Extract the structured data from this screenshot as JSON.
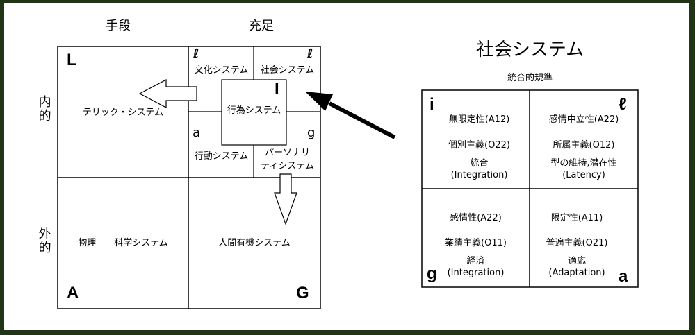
{
  "left": {
    "header_means": "手段",
    "header_consummatory": "充足",
    "side_internal": "内的",
    "side_external": "外的",
    "quadrants": {
      "L": {
        "letter": "L",
        "label": "テリック・システム"
      },
      "A": {
        "letter": "A",
        "label": "物理――科学システム"
      },
      "G": {
        "letter": "G",
        "label": "人間有機システム"
      }
    },
    "inner": {
      "letter_l_left": "ℓ",
      "letter_l_right": "ℓ",
      "culture": "文化システム",
      "social": "社会システム",
      "letter_i": "I",
      "action": "行為システム",
      "letter_a": "a",
      "letter_g": "g",
      "behavior": "行動システム",
      "personality_1": "パーソナリ",
      "personality_2": "ティシステム"
    }
  },
  "right": {
    "title": "社会システム",
    "subtitle": "統合的規準",
    "cells": {
      "i": {
        "letter": "i",
        "line1": "無限定性(A12)",
        "line2": "個別主義(O22)",
        "line3": "統合",
        "line4": "(Integration)"
      },
      "l": {
        "letter": "ℓ",
        "line1": "感情中立性(A22)",
        "line2": "所属主義(O12)",
        "line3": "型の維持,潜在性",
        "line4": "(Latency)"
      },
      "g": {
        "letter": "g",
        "line1": "感情性(A22)",
        "line2": "業績主義(O11)",
        "line3": "経済",
        "line4": "(Integration)"
      },
      "a": {
        "letter": "a",
        "line1": "限定性(A11)",
        "line2": "普遍主義(O21)",
        "line3": "適応",
        "line4": "(Adaptation)"
      }
    }
  }
}
